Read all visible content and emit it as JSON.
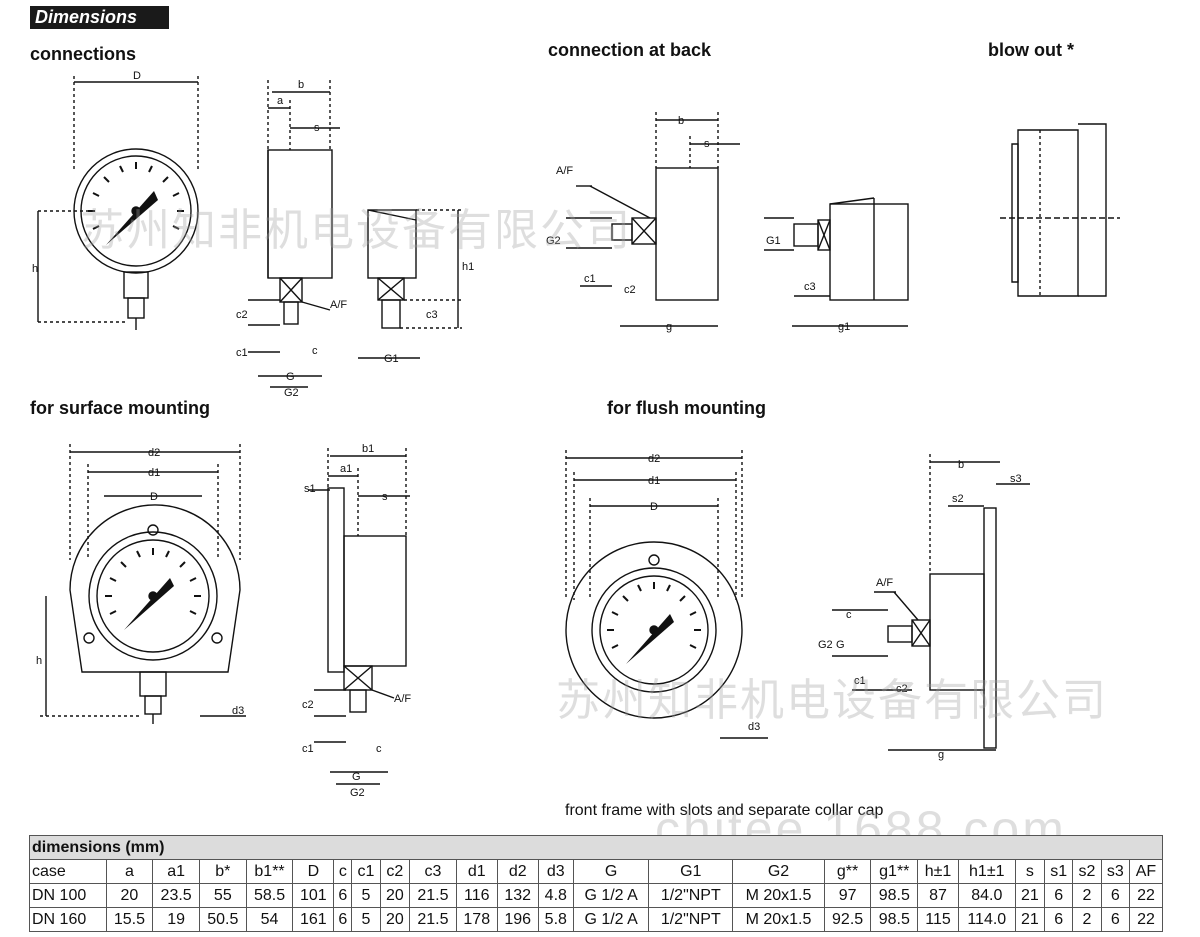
{
  "header": "Dimensions",
  "sections": {
    "connections": "connections",
    "connection_at_back": "connection at back",
    "blow_out": "blow out *",
    "surface_mounting": "for surface mounting",
    "flush_mounting": "for flush mounting"
  },
  "caption": "front frame with slots and separate collar cap",
  "watermark": {
    "cn1": "苏州知非机电设备有限公司",
    "cn2": "苏州知非机电设备有限公司",
    "en": "chitee.1688.com"
  },
  "labels": {
    "D": "D",
    "b": "b",
    "a": "a",
    "s": "s",
    "h": "h",
    "h1": "h1",
    "c1": "c1",
    "c2": "c2",
    "c3": "c3",
    "c": "c",
    "G": "G",
    "G1": "G1",
    "G2": "G2",
    "AF": "A/F",
    "g": "g",
    "g1": "g1",
    "d1": "d1",
    "d2": "d2",
    "d3": "d3",
    "b1": "b1",
    "a1": "a1",
    "s1": "s1",
    "s2": "s2",
    "s3": "s3"
  },
  "table": {
    "title": "dimensions (mm)",
    "headers": [
      "case",
      "a",
      "a1",
      "b*",
      "b1**",
      "D",
      "c",
      "c1",
      "c2",
      "c3",
      "d1",
      "d2",
      "d3",
      "G",
      "G1",
      "G2",
      "g**",
      "g1**",
      "h±1",
      "h1±1",
      "s",
      "s1",
      "s2",
      "s3",
      "AF"
    ],
    "rows": [
      [
        "DN 100",
        "20",
        "23.5",
        "55",
        "58.5",
        "101",
        "6",
        "5",
        "20",
        "21.5",
        "116",
        "132",
        "4.8",
        "G 1/2 A",
        "1/2\"NPT",
        "M 20x1.5",
        "97",
        "98.5",
        "87",
        "84.0",
        "21",
        "6",
        "2",
        "6",
        "22"
      ],
      [
        "DN 160",
        "15.5",
        "19",
        "50.5",
        "54",
        "161",
        "6",
        "5",
        "20",
        "21.5",
        "178",
        "196",
        "5.8",
        "G 1/2 A",
        "1/2\"NPT",
        "M 20x1.5",
        "92.5",
        "98.5",
        "115",
        "114.0",
        "21",
        "6",
        "2",
        "6",
        "22"
      ]
    ]
  }
}
